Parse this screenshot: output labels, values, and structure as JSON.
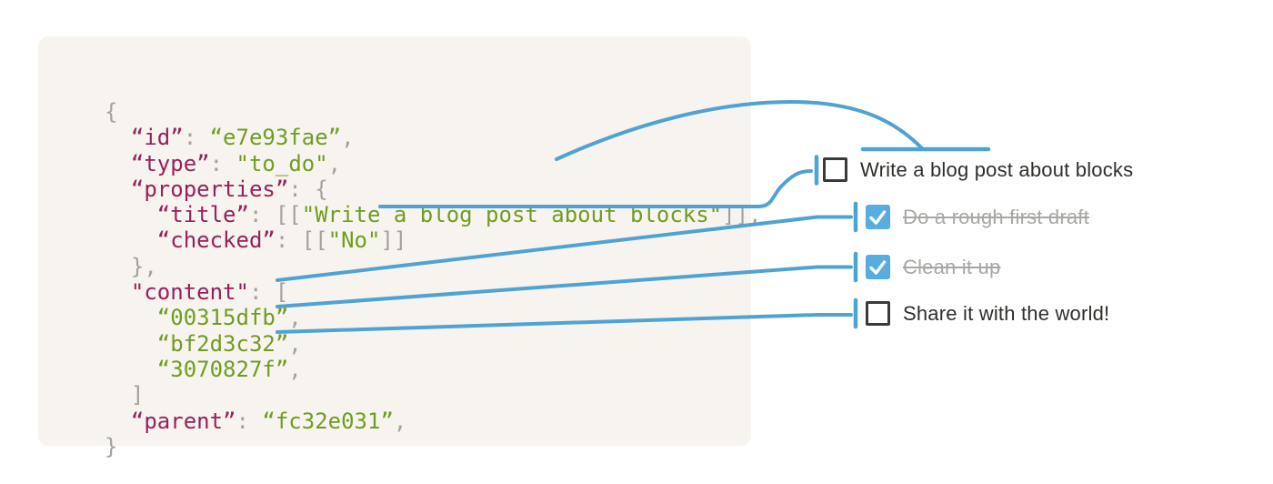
{
  "colors": {
    "page_bg": "#ffffff",
    "code_bg": "#f7f3ee",
    "json_key": "#97215f",
    "json_string": "#6f9d22",
    "json_punct": "#a3a29c",
    "connector_blue": "#4fa3d2",
    "checkbox_checked_blue": "#57ade0",
    "checkbox_border": "#3b3a38",
    "todo_text": "#2f2e2b",
    "todo_done_text": "#a7a7a4"
  },
  "code_block": {
    "lines": [
      [
        {
          "c": "p",
          "t": "{"
        }
      ],
      [
        {
          "c": "p",
          "t": "  "
        },
        {
          "c": "k",
          "t": "“id”"
        },
        {
          "c": "p",
          "t": ": "
        },
        {
          "c": "s",
          "t": "“e7e93fae”"
        },
        {
          "c": "p",
          "t": ","
        }
      ],
      [
        {
          "c": "p",
          "t": "  "
        },
        {
          "c": "k",
          "t": "“type”"
        },
        {
          "c": "p",
          "t": ": "
        },
        {
          "c": "s",
          "t": "\"to_do\""
        },
        {
          "c": "p",
          "t": ","
        }
      ],
      [
        {
          "c": "p",
          "t": "  "
        },
        {
          "c": "k",
          "t": "“properties”"
        },
        {
          "c": "p",
          "t": ": {"
        }
      ],
      [
        {
          "c": "p",
          "t": "    "
        },
        {
          "c": "k",
          "t": "“title”"
        },
        {
          "c": "p",
          "t": ": [["
        },
        {
          "c": "s",
          "t": "\"Write a blog post about blocks\""
        },
        {
          "c": "p",
          "t": "]],"
        }
      ],
      [
        {
          "c": "p",
          "t": "    "
        },
        {
          "c": "k",
          "t": "“checked”"
        },
        {
          "c": "p",
          "t": ": [["
        },
        {
          "c": "s",
          "t": "\"No\""
        },
        {
          "c": "p",
          "t": "]]"
        }
      ],
      [
        {
          "c": "p",
          "t": "  },"
        }
      ],
      [
        {
          "c": "p",
          "t": "  "
        },
        {
          "c": "k",
          "t": "\"content\""
        },
        {
          "c": "p",
          "t": ": ["
        }
      ],
      [
        {
          "c": "p",
          "t": "    "
        },
        {
          "c": "s",
          "t": "“00315dfb”"
        },
        {
          "c": "p",
          "t": ","
        }
      ],
      [
        {
          "c": "p",
          "t": "    "
        },
        {
          "c": "s",
          "t": "“bf2d3c32”"
        },
        {
          "c": "p",
          "t": ","
        }
      ],
      [
        {
          "c": "p",
          "t": "    "
        },
        {
          "c": "s",
          "t": "“3070827f”"
        },
        {
          "c": "p",
          "t": ","
        }
      ],
      [
        {
          "c": "p",
          "t": "  ]"
        }
      ],
      [
        {
          "c": "p",
          "t": "  "
        },
        {
          "c": "k",
          "t": "“parent”"
        },
        {
          "c": "p",
          "t": ": "
        },
        {
          "c": "s",
          "t": "“fc32e031”"
        },
        {
          "c": "p",
          "t": ","
        }
      ],
      [
        {
          "c": "p",
          "t": "}"
        }
      ]
    ]
  },
  "todo_list": {
    "items": [
      {
        "label": "Write a blog post about blocks",
        "checked": false,
        "done": false
      },
      {
        "label": "Do a rough first draft",
        "checked": true,
        "done": true
      },
      {
        "label": "Clean it up",
        "checked": true,
        "done": true
      },
      {
        "label": "Share it with the world!",
        "checked": false,
        "done": false
      }
    ]
  }
}
